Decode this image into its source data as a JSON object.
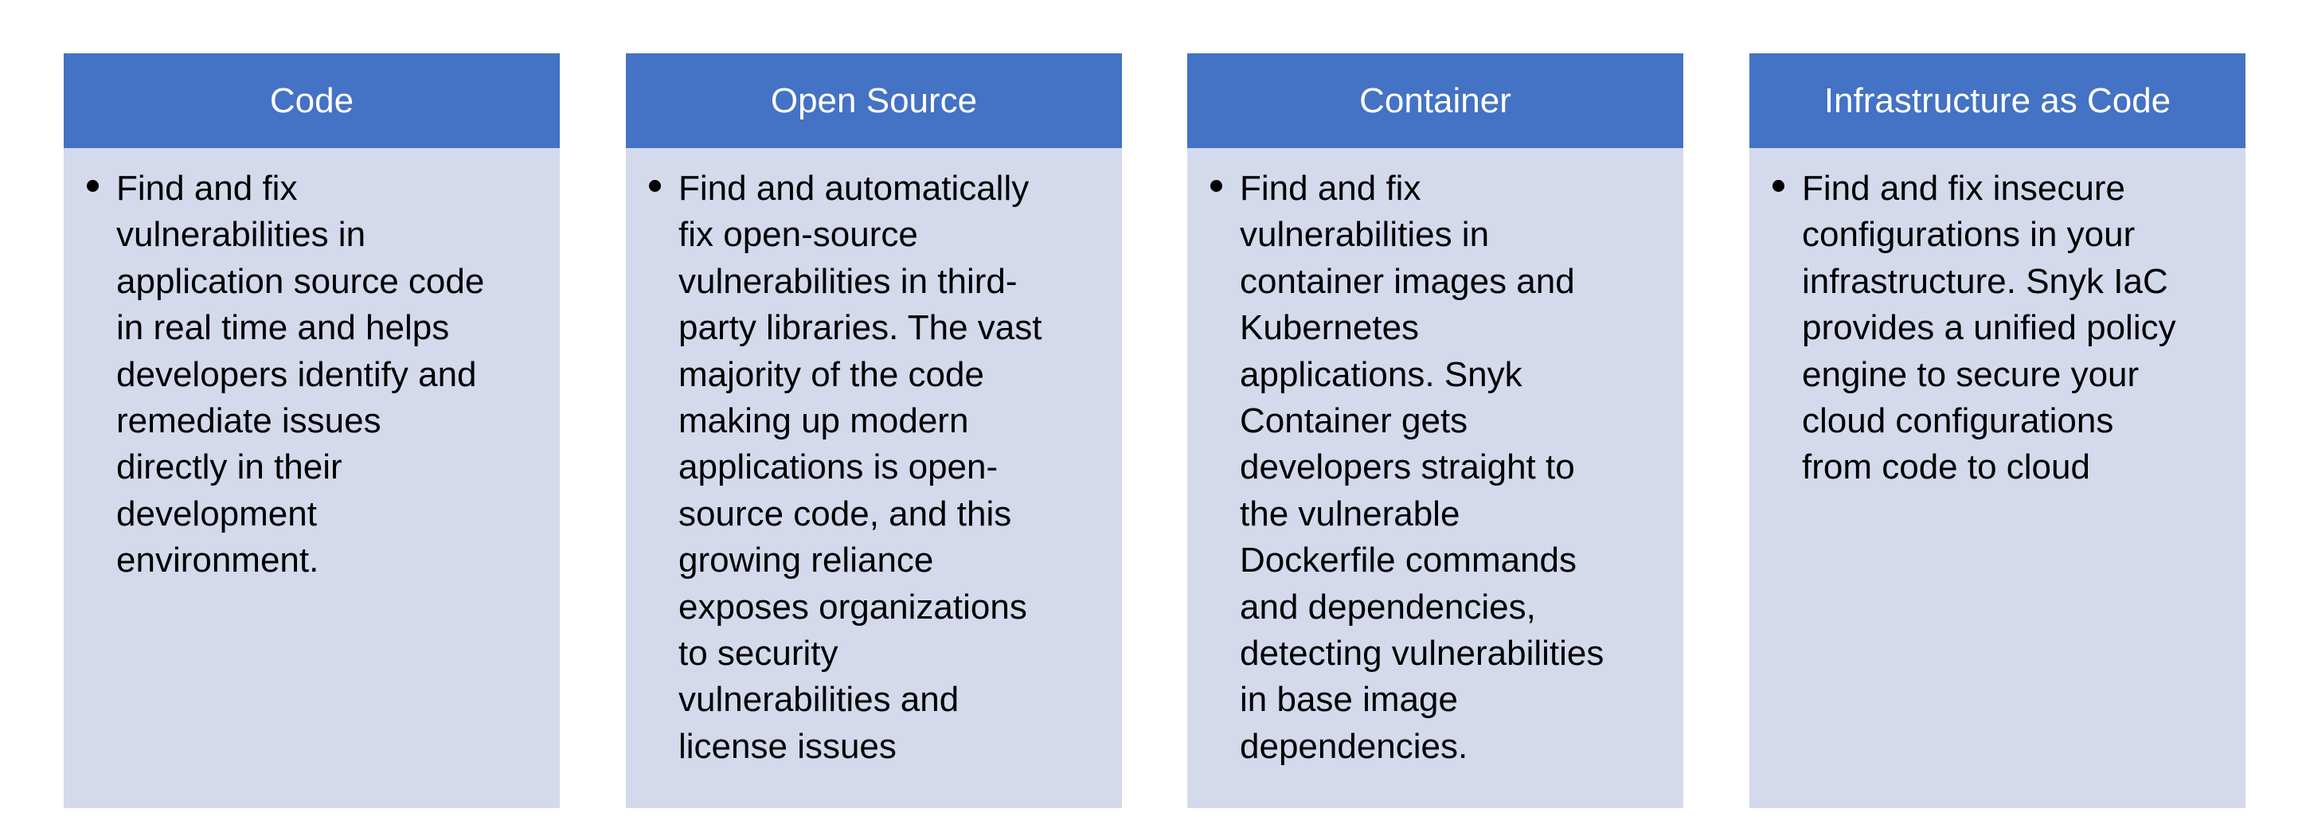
{
  "columns": [
    {
      "title": "Code",
      "text": "Find and fix\nvulnerabilities in\napplication source code\nin real time and helps\ndevelopers identify and\nremediate issues\ndirectly in their\ndevelopment\nenvironment."
    },
    {
      "title": "Open Source",
      "text": "Find and automatically\nfix open-source\nvulnerabilities in third-\nparty libraries. The vast\nmajority of the code\nmaking up modern\napplications is open-\nsource code, and this\ngrowing reliance\nexposes organizations\nto security\nvulnerabilities and\nlicense issues"
    },
    {
      "title": "Container",
      "text": "Find and fix\nvulnerabilities in\ncontainer images and\nKubernetes\napplications. Snyk\nContainer gets\ndevelopers straight to\nthe vulnerable\nDockerfile commands\nand dependencies,\ndetecting vulnerabilities\nin base image\ndependencies."
    },
    {
      "title": "Infrastructure as Code",
      "text": "Find and fix insecure\nconfigurations in your\ninfrastructure. Snyk IaC\nprovides a unified policy\nengine to secure your\ncloud configurations\nfrom code to cloud"
    }
  ],
  "colors": {
    "header_fill": "#4472c4",
    "body_fill": "#d4d9ec",
    "header_text": "#ffffff",
    "body_text": "#000000"
  }
}
